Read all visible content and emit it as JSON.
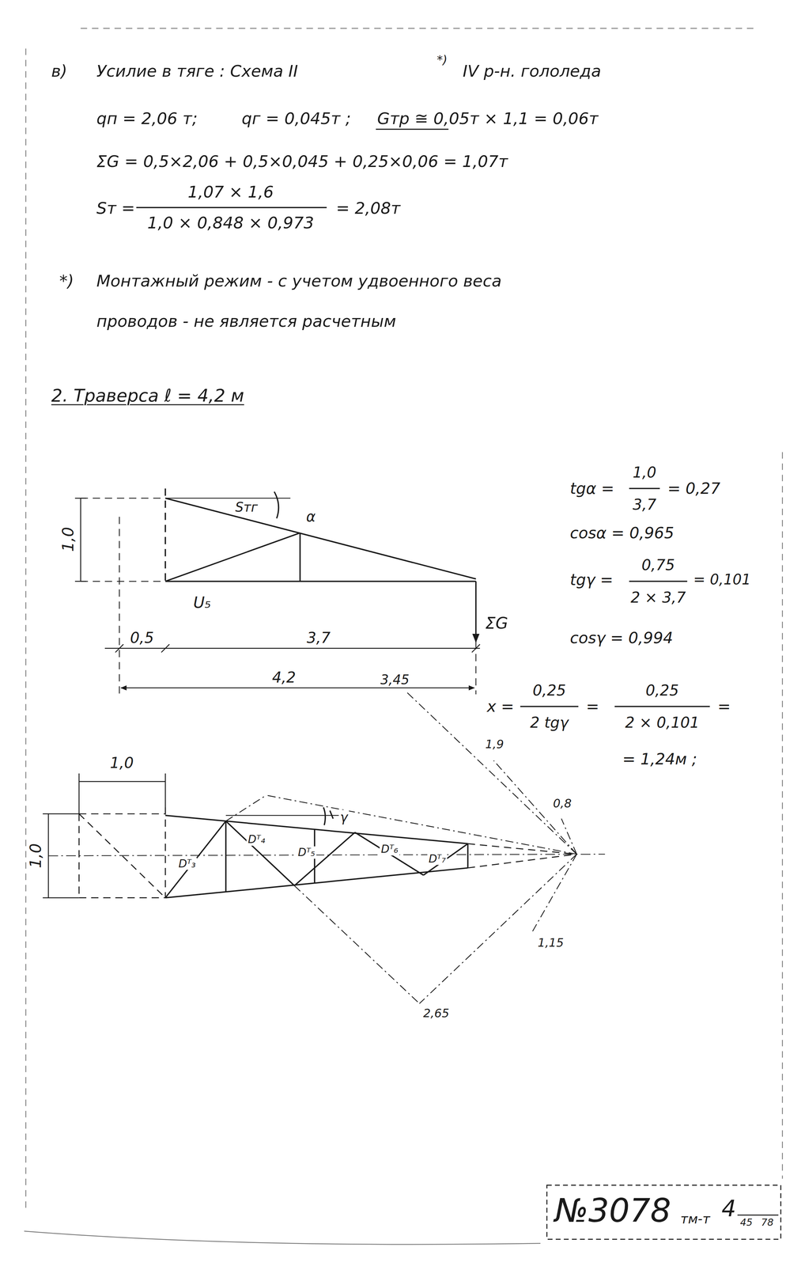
{
  "diagram": {
    "labels": [
      "в)",
      "Усилие в тяге : Схема II",
      "*)",
      "IV р-н. гололеда",
      "qп = 2,06 т;",
      "qг = 0,045т ;",
      "Gтр ≅ 0,05т × 1,1 = 0,06т",
      "ΣG = 0,5×2,06 + 0,5×0,045 + 0,25×0,06 = 1,07т",
      "Sт =",
      "1,07 × 1,6",
      "1,0 × 0,848 × 0,973",
      "= 2,08т",
      "*)",
      "Монтажный режим - с учетом удвоенного веса",
      "проводов - не является расчетным",
      "2. Траверса ℓ = 4,2 м",
      "1,0",
      "Sтг",
      "α",
      "U₅",
      "ΣG",
      "0,5",
      "3,7",
      "4,2",
      "3,45",
      "tgα =",
      "1,0",
      "3,7",
      "= 0,27",
      "cosα = 0,965",
      "tgγ =",
      "0,75",
      "2 × 3,7",
      "= 0,101",
      "cosγ = 0,994",
      "x =",
      "0,25",
      "2 tgγ",
      "=",
      "0,25",
      "2 × 0,101",
      "=",
      "= 1,24м ;",
      "1,9",
      "1,0",
      "0,8",
      "γ",
      "1,0",
      "Dᵀ₃",
      "Dᵀ₄",
      "Dᵀ₅",
      "Dᵀ₆",
      "Dᵀ₇",
      "1,15",
      "2,65",
      "№3078",
      "тм-т",
      "4",
      "45",
      "78"
    ]
  }
}
